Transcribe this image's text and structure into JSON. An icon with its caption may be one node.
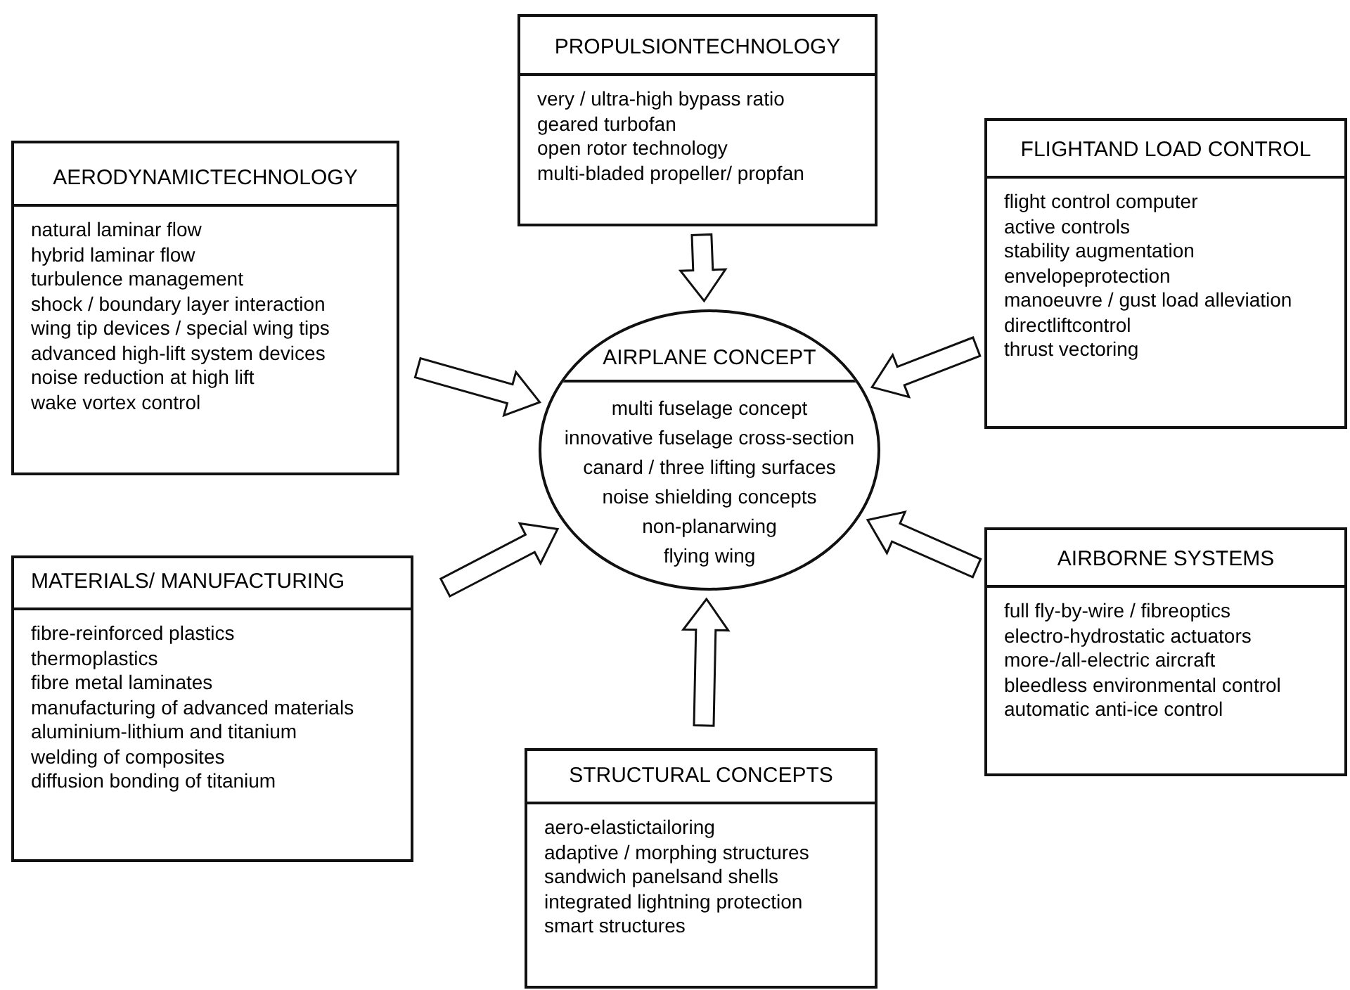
{
  "diagram": {
    "nodes": [
      {
        "text": [
          "PROPULSIONTECHNOLOGY",
          "very / ultra-high bypass ratio",
          "geared turbofan",
          "open rotor technology",
          "multi-bladed propeller/ propfan"
        ]
      },
      {
        "text": [
          "AERODYNAMICTECHNOLOGY",
          "natural laminar flow",
          "hybrid laminar flow",
          "turbulence management",
          "shock / boundary layer interaction",
          "wing tip devices / special wing tips",
          "advanced high-lift system devices",
          "noise reduction at high lift",
          "wake vortex control"
        ]
      },
      {
        "text": [
          "FLIGHTAND LOAD CONTROL",
          "flight control computer",
          "active controls",
          "stability augmentation",
          "envelopeprotection",
          "manoeuvre / gust load alleviation",
          "directliftcontrol",
          "thrust vectoring"
        ]
      },
      {
        "text": [
          "AIRPLANE CONCEPT",
          "multi fuselage concept",
          "innovative fuselage cross-section",
          "canard / three lifting surfaces",
          "noise shielding concepts",
          "non-planarwing",
          "flying wing"
        ]
      },
      {
        "text": [
          "MATERIALS/ MANUFACTURING",
          "fibre-reinforced plastics",
          "thermoplastics",
          "fibre metal laminates",
          "manufacturing of advanced materials",
          "aluminium-lithium and titanium",
          "welding of composites",
          "diffusion bonding of titanium"
        ]
      },
      {
        "text": [
          "AIRBORNE SYSTEMS",
          "full fly-by-wire / fibreoptics",
          "electro-hydrostatic actuators",
          "more-/all-electric aircraft",
          "bleedless environmental control",
          "automatic anti-ice control"
        ]
      },
      {
        "text": [
          "STRUCTURAL CONCEPTS",
          "aero-elastictailoring",
          "adaptive / morphing structures",
          "sandwich panelsand shells",
          "integrated lightning protection",
          "smart structures"
        ]
      }
    ],
    "edges": [
      {
        "from": 0,
        "to": 3,
        "arrow": "to"
      },
      {
        "from": 1,
        "to": 3,
        "arrow": "to"
      },
      {
        "from": 2,
        "to": 3,
        "arrow": "to"
      },
      {
        "from": 4,
        "to": 3,
        "arrow": "to"
      },
      {
        "from": 5,
        "to": 3,
        "arrow": "to"
      },
      {
        "from": 6,
        "to": 3,
        "arrow": "to"
      }
    ]
  }
}
